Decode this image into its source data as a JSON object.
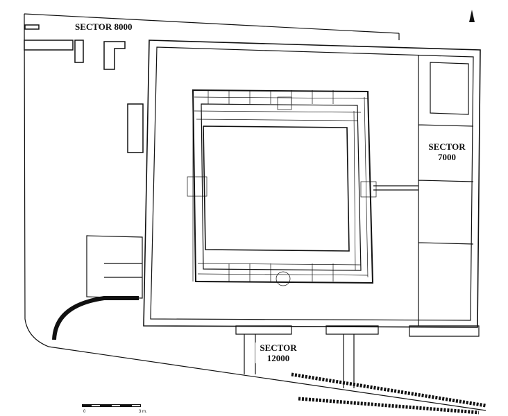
{
  "labels": {
    "sector_8000": "SECTOR 8000",
    "sector_7000_line1": "SECTOR",
    "sector_7000_line2": "7000",
    "sector_12000_line1": "SECTOR",
    "sector_12000_line2": "12000"
  },
  "scale_bar": {
    "start": "0",
    "end": "3 m."
  },
  "north_arrow": "north-arrow",
  "colors": {
    "ink": "#111111",
    "paper": "#ffffff"
  }
}
